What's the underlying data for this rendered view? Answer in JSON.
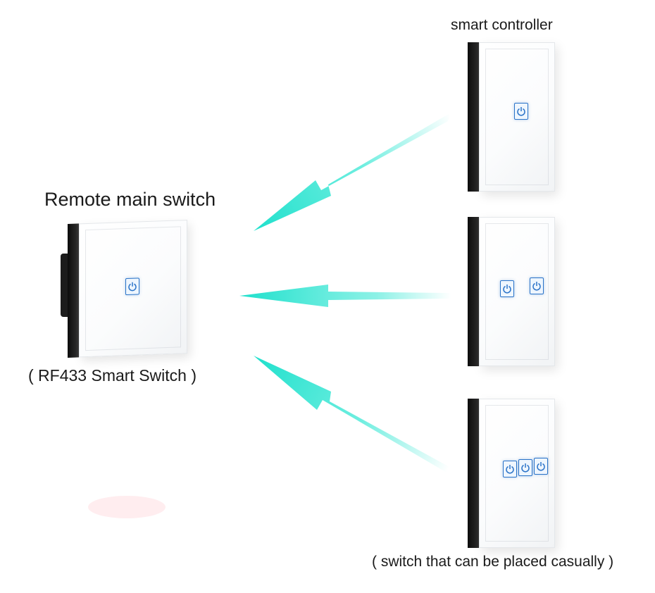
{
  "labels": {
    "smart_controller": "smart controller",
    "remote_main_switch": "Remote main switch",
    "rf433": "( RF433 Smart Switch )",
    "casual": "( switch that can be placed casually )"
  },
  "icons": {
    "power": "power-icon"
  },
  "colors": {
    "signal_arrow": "#2ee6d2",
    "button_outline": "#2a73c8",
    "panel_edge": "#111111"
  }
}
